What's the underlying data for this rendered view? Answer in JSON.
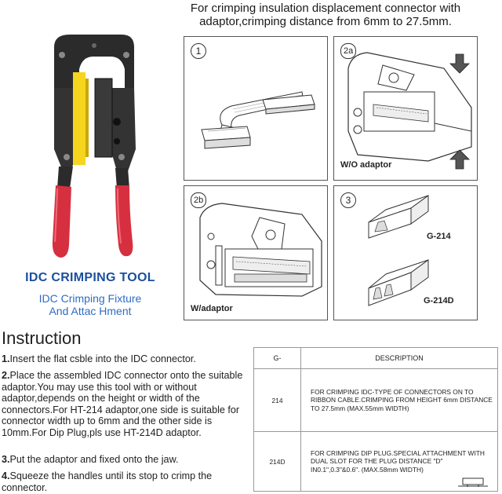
{
  "header": {
    "line1": "For crimping insulation displacement connector with",
    "line2": "adaptor,crimping distance from 6mm to 27.5mm."
  },
  "tool": {
    "title": "IDC CRIMPING TOOL",
    "subtitle_line1": "IDC Crimping Fixture",
    "subtitle_line2": "And Attac Hment"
  },
  "panels": [
    {
      "num": "1",
      "label": ""
    },
    {
      "num": "2a",
      "label": "W/O adaptor"
    },
    {
      "num": "2b",
      "label": "W/adaptor"
    },
    {
      "num": "3",
      "label_top": "G-214",
      "label_bottom": "G-214D"
    }
  ],
  "instruction": {
    "heading": "Instruction",
    "steps": [
      {
        "num": "1.",
        "text": "Insert the flat csble into the IDC connector."
      },
      {
        "num": "2.",
        "text": "Place the assembled IDC connector onto the suitable adaptor.You may use this tool with or without adaptor,depends on the height or width of the connectors.For HT-214 adaptor,one side is suitable for connector width up to 6mm and the other side is 10mm.For Dip Plug,pls use HT-214D adaptor."
      },
      {
        "num": "3.",
        "text": "Put the adaptor and fixed onto the jaw."
      },
      {
        "num": "4.",
        "text": "Squeeze the handles until its stop to crimp the connector."
      }
    ]
  },
  "table": {
    "headers": [
      "G-",
      "DESCRIPTION"
    ],
    "rows": [
      {
        "code": "214",
        "desc": "FOR CRIMPING IDC-TYPE OF CONNECTORS ON TO RIBBON CABLE.CRIMPING FROM HEIGHT 6mm DISTANCE TO 27.5mm (MAX.55mm WIDTH)"
      },
      {
        "code": "214D",
        "desc": "FOR CRIMPING DIP PLUG.SPECIAL ATTACHMENT WITH DUAL SLOT FOR THE PLUG DISTANCE \"D\" IN0.1\",0.3\"&0.6\". (MAX.58mm WIDTH)"
      }
    ]
  },
  "colors": {
    "handle_red": "#d63040",
    "tool_black": "#2b2b2b",
    "insert_yellow": "#f5d51e",
    "title_blue": "#1c4f9c",
    "subtitle_blue": "#2f6cc4"
  }
}
